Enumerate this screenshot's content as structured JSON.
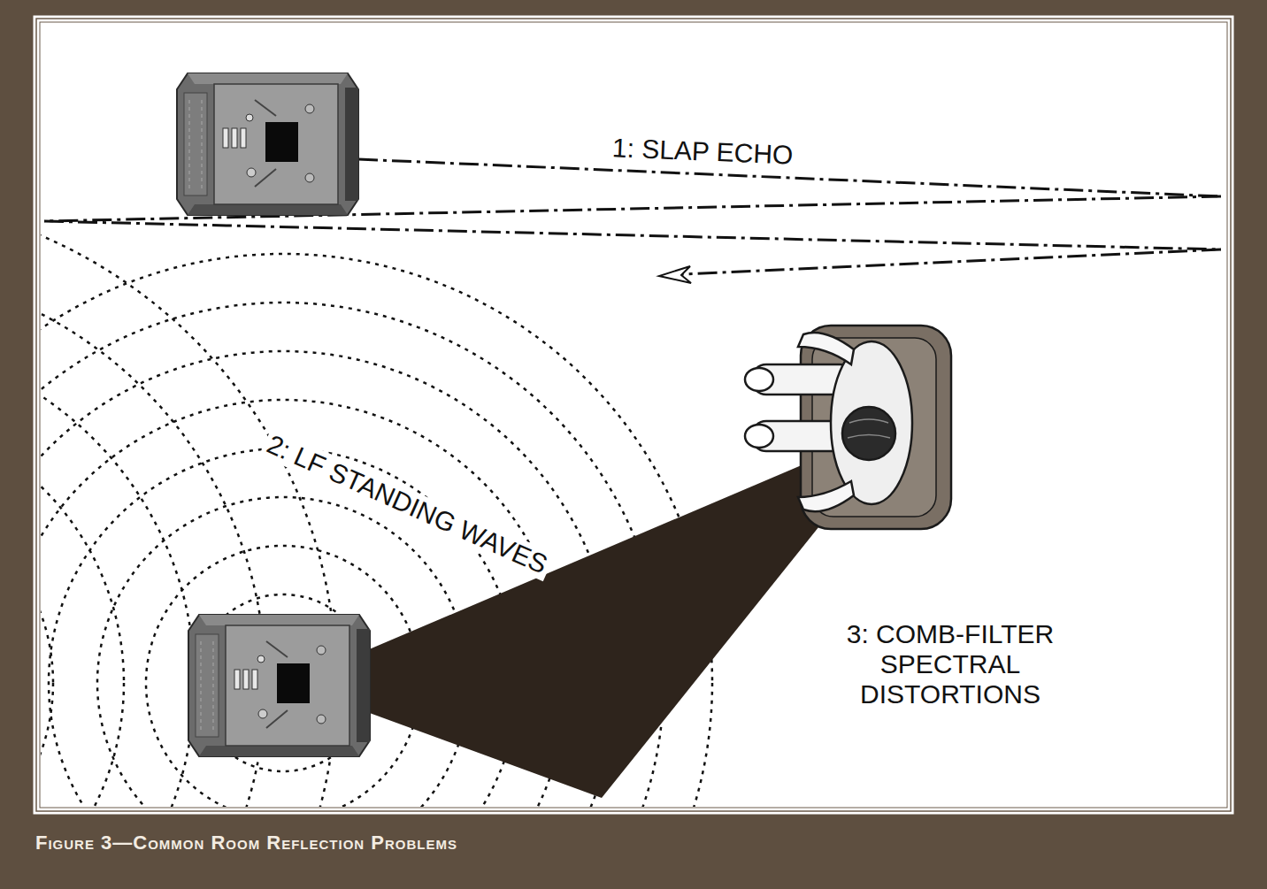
{
  "diagram": {
    "caption": "Figure 3—Common Room Reflection Problems",
    "labels": [
      "1: SLAP ECHO",
      "2: LF STANDING WAVES",
      "3: COMB-FILTER SPECTRAL DISTORTIONS"
    ]
  }
}
